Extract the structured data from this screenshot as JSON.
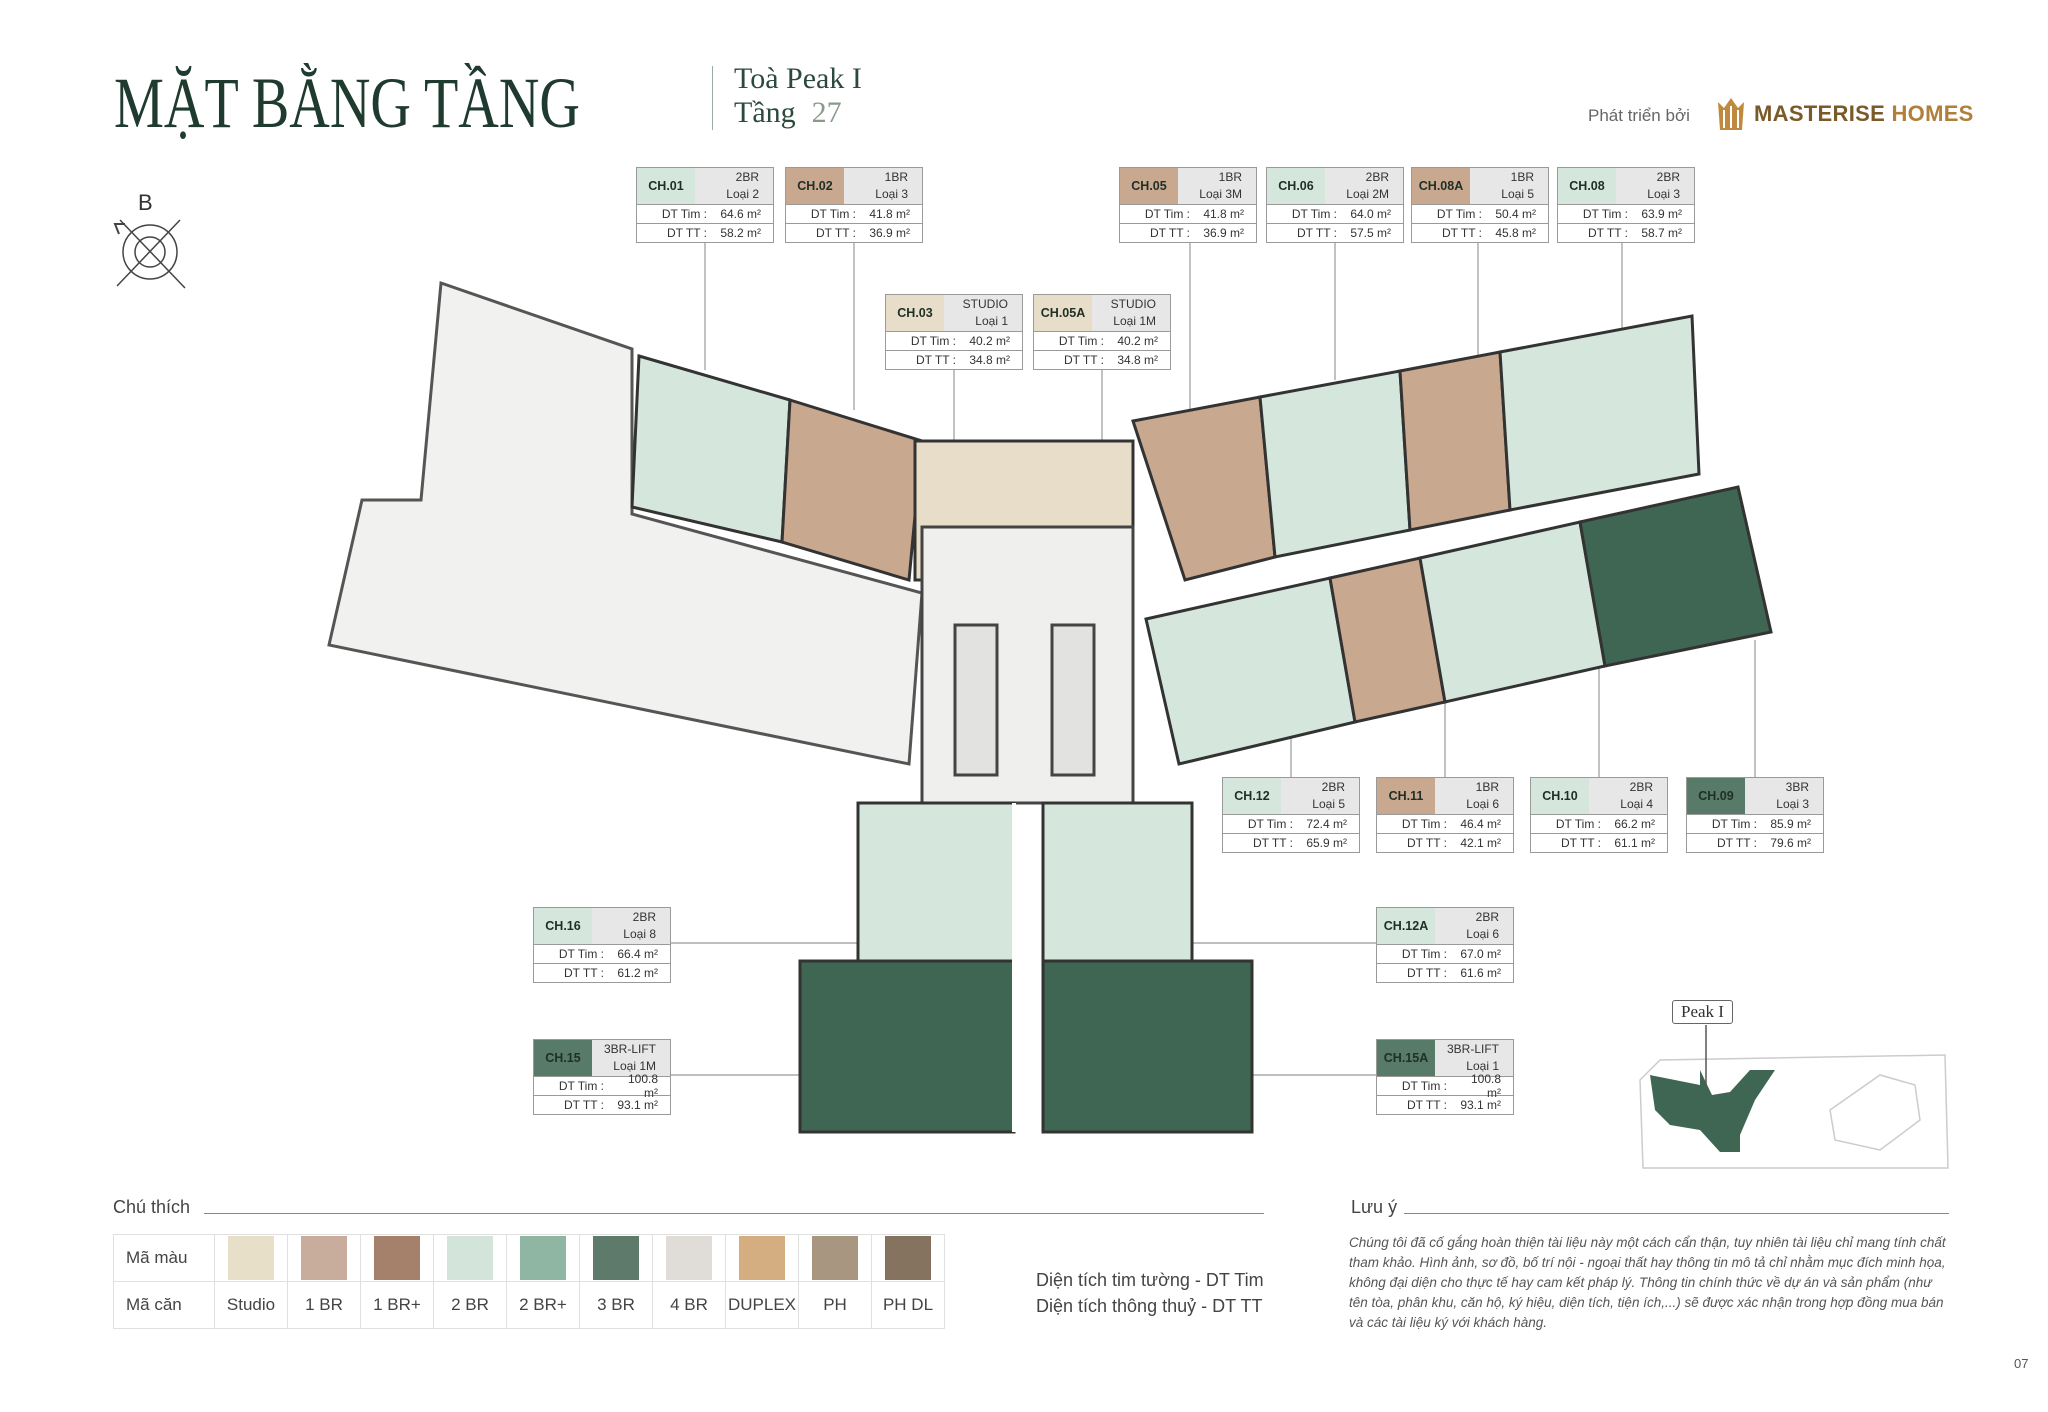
{
  "header": {
    "title": "MẶT BẰNG TẦNG",
    "building": "Toà Peak I",
    "floor_label": "Tầng",
    "floor_number": "27",
    "developer_prefix": "Phát triển bởi",
    "developer_brand_1": "MASTERISE",
    "developer_brand_2": " HOMES"
  },
  "compass": {
    "label": "B"
  },
  "area_labels": {
    "tim": "DT Tim :",
    "tt": "DT TT :"
  },
  "units": [
    {
      "code": "CH.01",
      "type": "2BR",
      "loai": "Loại 2",
      "dt_tim": "64.6 m²",
      "dt_tt": "58.2 m²",
      "color": "#d5e7dc"
    },
    {
      "code": "CH.02",
      "type": "1BR",
      "loai": "Loại 3",
      "dt_tim": "41.8 m²",
      "dt_tt": "36.9 m²",
      "color": "#c8a88f"
    },
    {
      "code": "CH.03",
      "type": "STUDIO",
      "loai": "Loại 1",
      "dt_tim": "40.2 m²",
      "dt_tt": "34.8 m²",
      "color": "#e7ddc8"
    },
    {
      "code": "CH.05A",
      "type": "STUDIO",
      "loai": "Loại 1M",
      "dt_tim": "40.2 m²",
      "dt_tt": "34.8 m²",
      "color": "#e7ddc8"
    },
    {
      "code": "CH.05",
      "type": "1BR",
      "loai": "Loại 3M",
      "dt_tim": "41.8 m²",
      "dt_tt": "36.9 m²",
      "color": "#c8a88f"
    },
    {
      "code": "CH.06",
      "type": "2BR",
      "loai": "Loại 2M",
      "dt_tim": "64.0 m²",
      "dt_tt": "57.5 m²",
      "color": "#d5e7dc"
    },
    {
      "code": "CH.08A",
      "type": "1BR",
      "loai": "Loại 5",
      "dt_tim": "50.4 m²",
      "dt_tt": "45.8 m²",
      "color": "#c8a88f"
    },
    {
      "code": "CH.08",
      "type": "2BR",
      "loai": "Loại 3",
      "dt_tim": "63.9 m²",
      "dt_tt": "58.7 m²",
      "color": "#d5e7dc"
    },
    {
      "code": "CH.12",
      "type": "2BR",
      "loai": "Loại 5",
      "dt_tim": "72.4 m²",
      "dt_tt": "65.9 m²",
      "color": "#d5e7dc"
    },
    {
      "code": "CH.11",
      "type": "1BR",
      "loai": "Loại 6",
      "dt_tim": "46.4 m²",
      "dt_tt": "42.1 m²",
      "color": "#c8a88f"
    },
    {
      "code": "CH.10",
      "type": "2BR",
      "loai": "Loại 4",
      "dt_tim": "66.2 m²",
      "dt_tt": "61.1 m²",
      "color": "#d5e7dc"
    },
    {
      "code": "CH.09",
      "type": "3BR",
      "loai": "Loại 3",
      "dt_tim": "85.9 m²",
      "dt_tt": "79.6 m²",
      "color": "#587a68"
    },
    {
      "code": "CH.16",
      "type": "2BR",
      "loai": "Loại 8",
      "dt_tim": "66.4 m²",
      "dt_tt": "61.2 m²",
      "color": "#d5e7dc"
    },
    {
      "code": "CH.15",
      "type": "3BR-LIFT",
      "loai": "Loại 1M",
      "dt_tim": "100.8 m²",
      "dt_tt": "93.1 m²",
      "color": "#587a68"
    },
    {
      "code": "CH.12A",
      "type": "2BR",
      "loai": "Loại 6",
      "dt_tim": "67.0 m²",
      "dt_tt": "61.6 m²",
      "color": "#d5e7dc"
    },
    {
      "code": "CH.15A",
      "type": "3BR-LIFT",
      "loai": "Loại 1",
      "dt_tim": "100.8 m²",
      "dt_tt": "93.1 m²",
      "color": "#587a68"
    }
  ],
  "legend": {
    "title": "Chú thích",
    "color_row_label": "Mã màu",
    "code_row_label": "Mã căn",
    "items": [
      {
        "label": "Studio",
        "color": "#e8dfc9"
      },
      {
        "label": "1 BR",
        "color": "#c9ad9c"
      },
      {
        "label": "1 BR+",
        "color": "#a5816c"
      },
      {
        "label": "2 BR",
        "color": "#d3e4da"
      },
      {
        "label": "2 BR+",
        "color": "#8fb5a3"
      },
      {
        "label": "3 BR",
        "color": "#5d7a6b"
      },
      {
        "label": "4 BR",
        "color": "#e0ddd8"
      },
      {
        "label": "DUPLEX",
        "color": "#d4ad80"
      },
      {
        "label": "PH",
        "color": "#a99680"
      },
      {
        "label": "PH DL",
        "color": "#857360"
      }
    ],
    "dt_tim_def": "Diện tích tim tường - DT Tim",
    "dt_tt_def": "Diện tích thông thuỷ - DT TT"
  },
  "note": {
    "title": "Lưu ý",
    "text": "Chúng tôi đã cố gắng hoàn thiện tài liệu này một cách cẩn thận, tuy nhiên tài liệu chỉ mang tính chất tham khảo. Hình ảnh, sơ đồ, bố trí nội - ngoại thất hay thông tin mô tả chỉ nhằm mục đích minh họa, không đại diện cho thực tế hay cam kết pháp lý. Thông tin chính thức về dự án và sản phẩm (như tên tòa, phân khu, căn hộ, ký hiệu, diện tích, tiện ích,...) sẽ được xác nhận trong hợp đồng mua bán và các tài liệu ký với khách hàng."
  },
  "keyplan": {
    "label": "Peak I",
    "highlight_color": "#3f6652"
  },
  "page_number": "07"
}
